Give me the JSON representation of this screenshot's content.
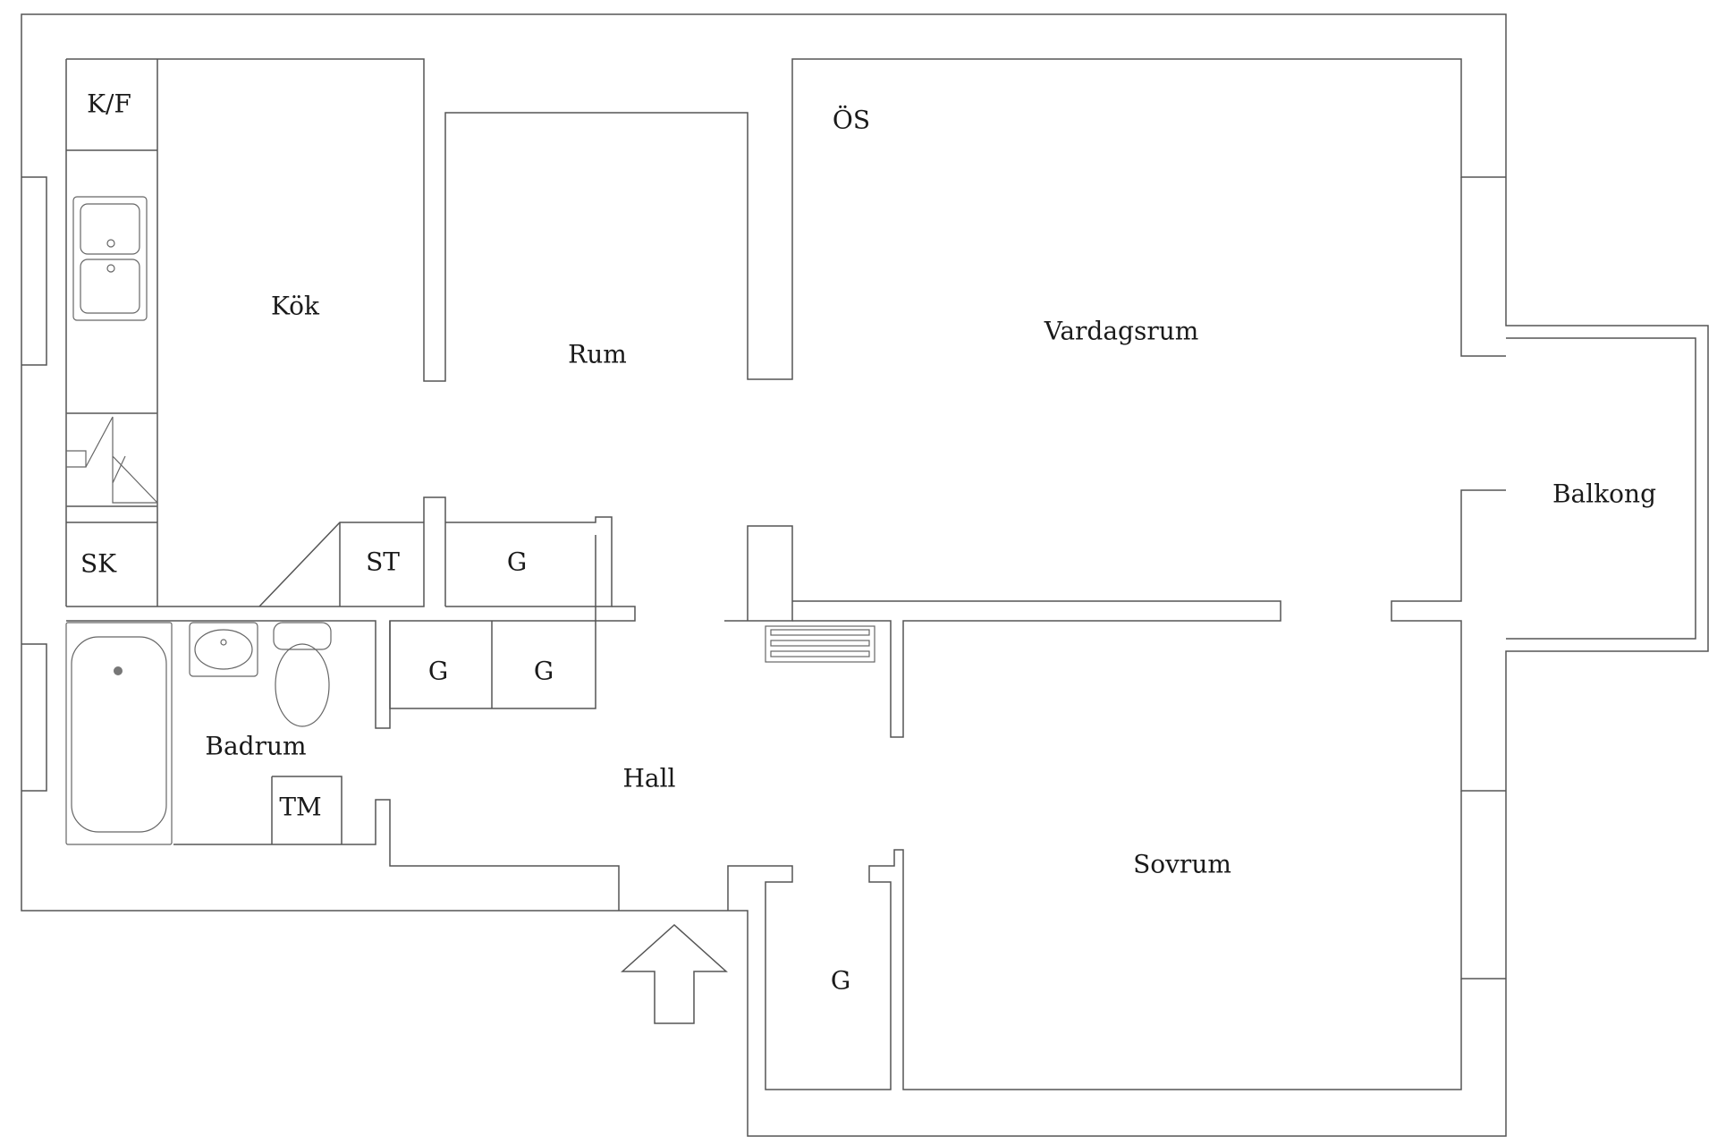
{
  "rooms": {
    "kok": "Kök",
    "rum": "Rum",
    "vardagsrum": "Vardagsrum",
    "balkong": "Balkong",
    "badrum": "Badrum",
    "hall": "Hall",
    "sovrum": "Sovrum"
  },
  "fixtures": {
    "kf": "K/F",
    "os": "ÖS",
    "sk": "SK",
    "st": "ST",
    "g1": "G",
    "g2": "G",
    "g3": "G",
    "g4": "G",
    "tm": "TM"
  },
  "icons": {
    "entrance": "entrance-arrow-icon",
    "sink": "double-sink-icon",
    "stove": "stove-icon",
    "bathtub": "bathtub-icon",
    "washbasin": "washbasin-icon",
    "toilet": "toilet-icon",
    "radiator": "radiator-icon"
  },
  "colors": {
    "wall_stroke": "#555555",
    "label": "#1a1a1a",
    "background": "#ffffff"
  }
}
